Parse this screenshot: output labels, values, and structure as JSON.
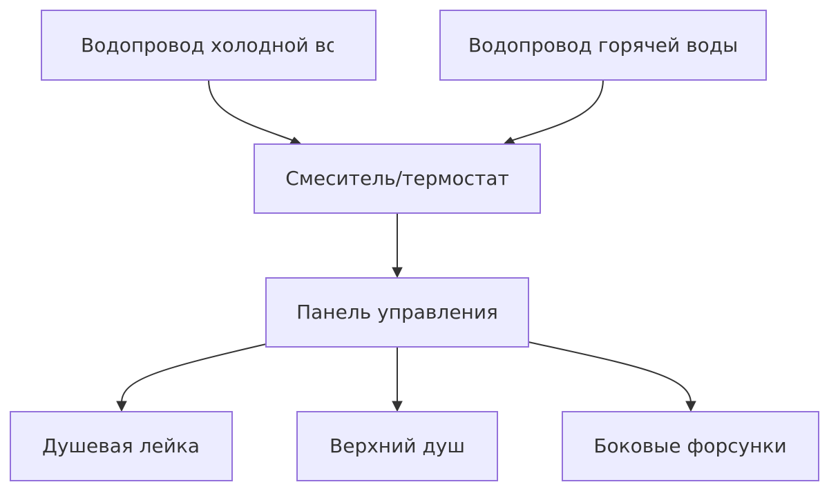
{
  "nodes": {
    "cold_water": "Водопровод холодной воды",
    "hot_water": "Водопровод горячей воды",
    "mixer": "Смеситель/термостат",
    "control_panel": "Панель управления",
    "hand_shower": "Душевая лейка",
    "overhead_shower": "Верхний душ",
    "side_jets": "Боковые форсунки"
  },
  "edges": [
    {
      "from": "cold_water",
      "to": "mixer"
    },
    {
      "from": "hot_water",
      "to": "mixer"
    },
    {
      "from": "mixer",
      "to": "control_panel"
    },
    {
      "from": "control_panel",
      "to": "hand_shower"
    },
    {
      "from": "control_panel",
      "to": "overhead_shower"
    },
    {
      "from": "control_panel",
      "to": "side_jets"
    }
  ],
  "colors": {
    "node_fill": "#ececff",
    "node_border": "#9370db",
    "text": "#333333",
    "edge": "#333333"
  }
}
